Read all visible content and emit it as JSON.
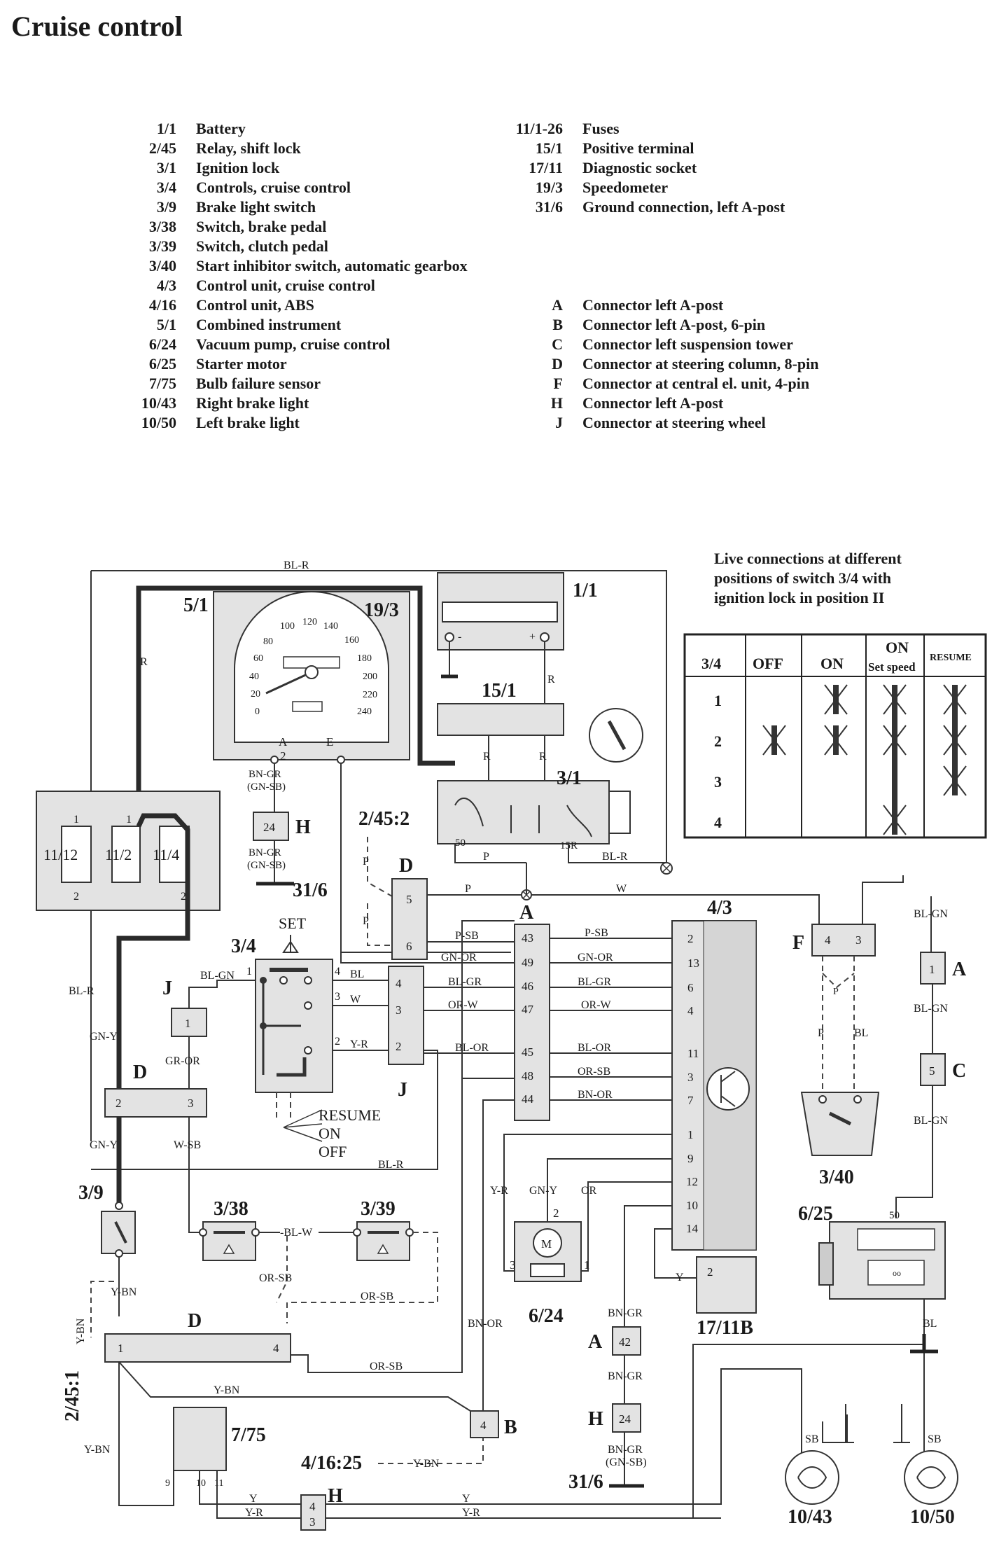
{
  "title": "Cruise control",
  "legend_left": [
    {
      "code": "1/1",
      "desc": "Battery"
    },
    {
      "code": "2/45",
      "desc": "Relay, shift lock"
    },
    {
      "code": "3/1",
      "desc": "Ignition lock"
    },
    {
      "code": "3/4",
      "desc": "Controls, cruise control"
    },
    {
      "code": "3/9",
      "desc": "Brake light switch"
    },
    {
      "code": "3/38",
      "desc": "Switch, brake pedal"
    },
    {
      "code": "3/39",
      "desc": "Switch, clutch pedal"
    },
    {
      "code": "3/40",
      "desc": "Start inhibitor switch, automatic gearbox"
    },
    {
      "code": "4/3",
      "desc": "Control unit, cruise control"
    },
    {
      "code": "4/16",
      "desc": "Control unit, ABS"
    },
    {
      "code": "5/1",
      "desc": "Combined instrument"
    },
    {
      "code": "6/24",
      "desc": "Vacuum pump, cruise control"
    },
    {
      "code": "6/25",
      "desc": "Starter motor"
    },
    {
      "code": "7/75",
      "desc": "Bulb failure sensor"
    },
    {
      "code": "10/43",
      "desc": "Right brake light"
    },
    {
      "code": "10/50",
      "desc": "Left brake light"
    }
  ],
  "legend_right": [
    {
      "code": "11/1-26",
      "desc": "Fuses"
    },
    {
      "code": "15/1",
      "desc": "Positive terminal"
    },
    {
      "code": "17/11",
      "desc": "Diagnostic socket"
    },
    {
      "code": "19/3",
      "desc": "Speedometer"
    },
    {
      "code": "31/6",
      "desc": "Ground connection, left A-post"
    }
  ],
  "legend_connectors": [
    {
      "code": "A",
      "desc": "Connector left A-post"
    },
    {
      "code": "B",
      "desc": "Connector left A-post, 6-pin"
    },
    {
      "code": "C",
      "desc": "Connector left suspension tower"
    },
    {
      "code": "D",
      "desc": "Connector at steering column, 8-pin"
    },
    {
      "code": "F",
      "desc": "Connector at central el. unit, 4-pin"
    },
    {
      "code": "H",
      "desc": "Connector left A-post"
    },
    {
      "code": "J",
      "desc": "Connector at steering wheel"
    }
  ],
  "switch_table": {
    "caption": [
      "Live connections at different",
      "positions of switch 3/4 with",
      "ignition lock in position II"
    ],
    "corner": "3/4",
    "headers": [
      "OFF",
      "ON",
      "ON",
      "Set speed",
      "RESUME"
    ],
    "rows": [
      "1",
      "2",
      "3",
      "4"
    ]
  },
  "components": {
    "c5_1": "5/1",
    "c19_3": "19/3",
    "c1_1": "1/1",
    "c15_1": "15/1",
    "c3_1": "3/1",
    "c2_45_2": "2/45:2",
    "c3_4": "3/4",
    "c4_3": "4/3",
    "c3_40": "3/40",
    "c6_25": "6/25",
    "c3_9": "3/9",
    "c3_38": "3/38",
    "c3_39": "3/39",
    "c6_24": "6/24",
    "c17_11b": "17/11B",
    "c7_75": "7/75",
    "c2_45_1": "2/45:1",
    "c4_16_25": "4/16:25",
    "c31_6a": "31/6",
    "c31_6b": "31/6",
    "c10_43": "10/43",
    "c10_50": "10/50",
    "f11_12": "11/12",
    "f11_2": "11/2",
    "f11_4": "11/4"
  },
  "connectors": {
    "A": "A",
    "A2": "A",
    "B": "B",
    "C": "C",
    "D": "D",
    "D2": "D",
    "D3": "D",
    "F": "F",
    "H": "H",
    "H2": "H",
    "H3": "H",
    "J": "J",
    "J2": "J"
  },
  "switch_positions": {
    "set": "SET",
    "resume": "RESUME",
    "on": "ON",
    "off": "OFF"
  },
  "speedometer": {
    "scale": [
      "0",
      "20",
      "40",
      "60",
      "80",
      "100",
      "120",
      "140",
      "160",
      "180",
      "200",
      "220",
      "240"
    ],
    "pin_a": "A",
    "pin_e": "E",
    "pin_2": "2"
  },
  "wires": {
    "bl_r": "BL-R",
    "r": "R",
    "bn_gr": "BN-GR",
    "gn_sb": "(GN-SB)",
    "p": "P",
    "w": "W",
    "p_sb": "P-SB",
    "gn_or": "GN-OR",
    "bl_gr": "BL-GR",
    "or_w": "OR-W",
    "bl_or": "BL-OR",
    "or_sb": "OR-SB",
    "bn_or": "BN-OR",
    "bl_gn": "BL-GN",
    "bl": "BL",
    "gn_y": "GN-Y",
    "gr_or": "GR-OR",
    "w_sb": "W-SB",
    "y_r": "Y-R",
    "bl_w": "-BL-W",
    "y_bn": "Y-BN",
    "y": "Y",
    "sb": "SB",
    "or": "OR",
    "r15": "15R",
    "n50": "50"
  },
  "pins": {
    "a_pins": [
      "43",
      "49",
      "46",
      "47",
      "45",
      "48",
      "44"
    ],
    "ecu_pins": [
      "2",
      "13",
      "6",
      "4",
      "11",
      "3",
      "7",
      "1",
      "9",
      "12",
      "10",
      "14"
    ],
    "one": "1",
    "two": "2",
    "three": "3",
    "four": "4",
    "five": "5",
    "six": "6",
    "nine": "9",
    "ten": "10",
    "eleven": "11",
    "h24": "24",
    "a42": "42",
    "m": "M",
    "d1": "1",
    "d4": "4"
  }
}
